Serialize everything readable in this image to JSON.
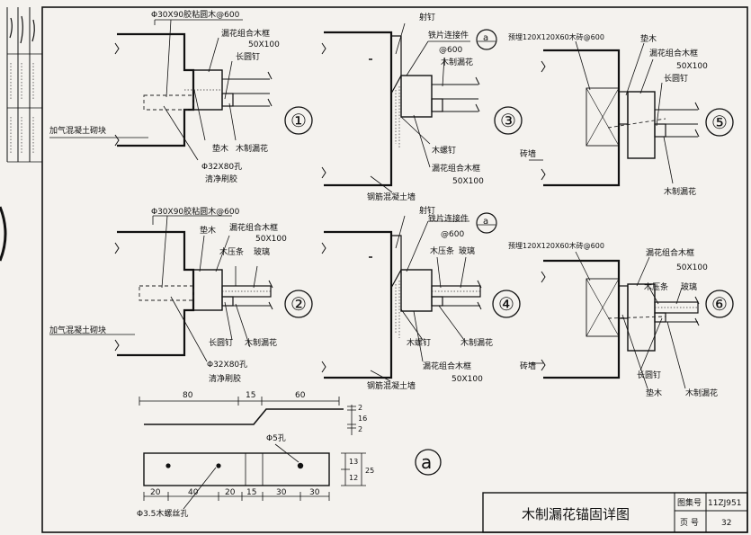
{
  "title_block": {
    "title": "木制漏花锚固详图",
    "atlas_label": "图集号",
    "atlas_no": "11ZJ951",
    "page_label": "页 号",
    "page_no": "32"
  },
  "detail1": {
    "num": "①",
    "dowel": "Φ30X90胶粘圆木@600",
    "frame": "漏花组合木框",
    "frame_size": "50X100",
    "nail": "长圆钉",
    "wall": "加气混凝土砌块",
    "pad": "垫木",
    "lattice": "木制漏花",
    "hole": "Φ32X80孔",
    "glue": "清净刷胶"
  },
  "detail2": {
    "num": "②",
    "dowel": "Φ30X90胶粘圆木@600",
    "pad": "垫木",
    "frame": "漏花组合木框",
    "frame_size": "50X100",
    "strip": "木压条",
    "glass": "玻璃",
    "wall": "加气混凝土砌块",
    "nail": "长圆钉",
    "lattice": "木制漏花",
    "hole": "Φ32X80孔",
    "glue": "清净刷胶"
  },
  "detail3": {
    "num": "③",
    "shot": "射钉",
    "plate": "铁片连接件",
    "spacing": "@600",
    "ref": "a",
    "lattice": "木制漏花",
    "screw": "木螺钉",
    "frame": "漏花组合木框",
    "frame_size": "50X100",
    "wall": "钢筋混凝土墙"
  },
  "detail4": {
    "num": "④",
    "shot": "射钉",
    "plate": "铁片连接件",
    "spacing": "@600",
    "ref": "a",
    "strip": "木压条",
    "glass": "玻璃",
    "screw": "木螺钉",
    "lattice": "木制漏花",
    "frame": "漏花组合木框",
    "frame_size": "50X100",
    "wall": "钢筋混凝土墙"
  },
  "detail5": {
    "num": "⑤",
    "brick": "预埋120X120X60木砖@600",
    "pad": "垫木",
    "frame": "漏花组合木框",
    "frame_size": "50X100",
    "nail": "长圆钉",
    "wall": "砖墙",
    "lattice": "木制漏花"
  },
  "detail6": {
    "num": "⑥",
    "brick": "预埋120X120X60木砖@600",
    "frame": "漏花组合木框",
    "frame_size": "50X100",
    "strip": "木压条",
    "glass": "玻璃",
    "wall": "砖墙",
    "nail": "长圆钉",
    "pad": "垫木",
    "lattice": "木制漏花"
  },
  "detail_a": {
    "ref": "a",
    "dims_top": [
      "80",
      "15",
      "60"
    ],
    "dims_side_top": [
      "2",
      "16",
      "2"
    ],
    "hole5": "Φ5孔",
    "dims_side": [
      "13",
      "12",
      "25"
    ],
    "dims_bottom": [
      "20",
      "40",
      "20",
      "15",
      "30",
      "30"
    ],
    "screw_hole": "Φ3.5木螺丝孔"
  }
}
